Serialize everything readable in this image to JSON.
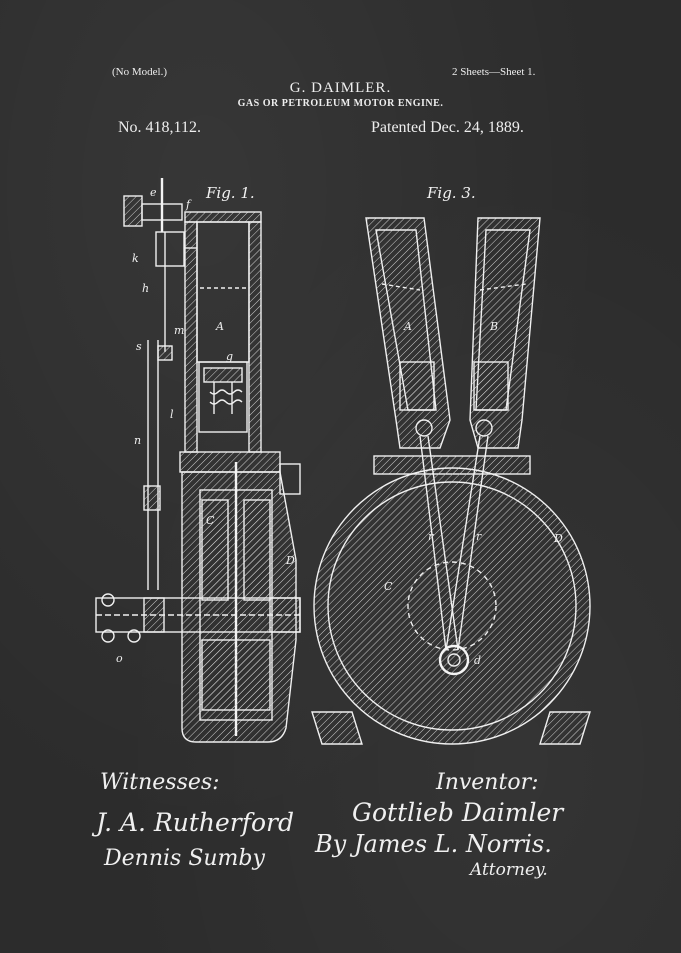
{
  "header": {
    "no_model": "(No Model.)",
    "sheets": "2 Sheets—Sheet 1.",
    "inventor_name": "G. DAIMLER.",
    "title": "GAS OR PETROLEUM MOTOR ENGINE.",
    "patent_number": "No. 418,112.",
    "patent_date": "Patented Dec. 24, 1889."
  },
  "figures": {
    "fig1": "Fig. 1.",
    "fig3": "Fig. 3."
  },
  "part_labels": {
    "A": "A",
    "B": "B",
    "C": "C",
    "D": "D",
    "d": "d",
    "e": "e",
    "f": "f",
    "g": "g",
    "h": "h",
    "k": "k",
    "l": "l",
    "m": "m",
    "n": "n",
    "o": "o",
    "r": "r",
    "s": "s"
  },
  "signatures": {
    "witnesses_label": "Witnesses:",
    "witness_1": "J. A. Rutherford",
    "witness_2": "Dennis Sumby",
    "inventor_label": "Inventor:",
    "inventor": "Gottlieb Daimler",
    "by_attorney": "By James L. Norris.",
    "attorney_label": "Attorney."
  }
}
